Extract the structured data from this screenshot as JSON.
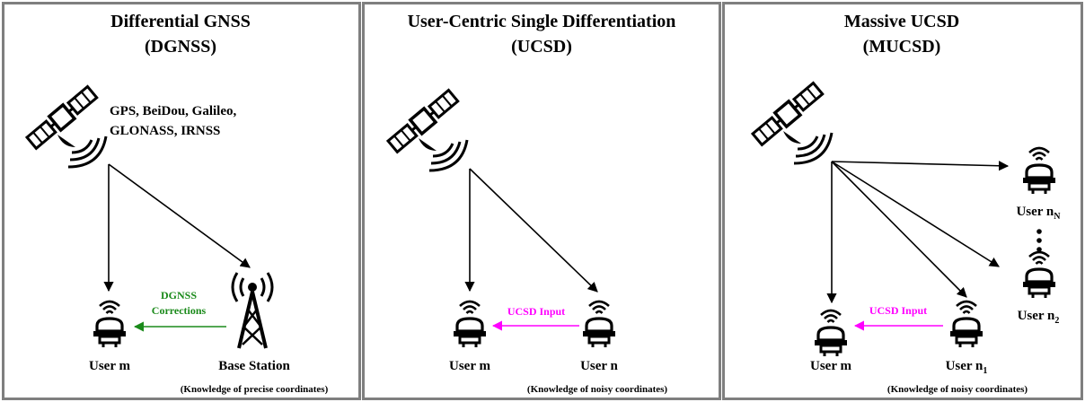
{
  "colors": {
    "border": "#7f7f7f",
    "arrow": "#000000",
    "dgnss": "#1a8a1a",
    "ucsd": "#ff00ff"
  },
  "panel1": {
    "title_line1": "Differential GNSS",
    "title_line2": "(DGNSS)",
    "constellations_line1": "GPS, BeiDou, Galileo,",
    "constellations_line2": "GLONASS, IRNSS",
    "correction_line1": "DGNSS",
    "correction_line2": "Corrections",
    "user_label": "User m",
    "base_label": "Base Station",
    "note": "(Knowledge of precise coordinates)"
  },
  "panel2": {
    "title_line1": "User-Centric Single Differentiation",
    "title_line2": "(UCSD)",
    "input_label": "UCSD Input",
    "user_m_label": "User m",
    "user_n_label": "User n",
    "note": "(Knowledge of noisy coordinates)"
  },
  "panel3": {
    "title_line1": "Massive UCSD",
    "title_line2": "(MUCSD)",
    "input_label": "UCSD Input",
    "user_m_label": "User m",
    "user_n1_label": "User n",
    "user_n1_sub": "1",
    "user_n2_label": "User n",
    "user_n2_sub": "2",
    "user_nN_label": "User n",
    "user_nN_sub": "N",
    "note": "(Knowledge of noisy coordinates)"
  },
  "icons": {
    "satellite": "satellite-icon",
    "receiver": "gnss-receiver-icon",
    "tower": "base-station-tower-icon"
  }
}
